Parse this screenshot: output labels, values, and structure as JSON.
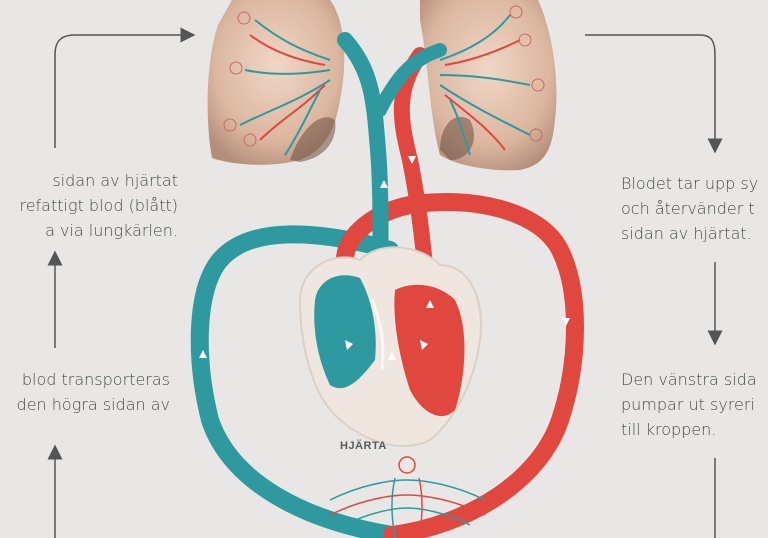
{
  "captions": {
    "left_top": [
      "sidan av hjärtat",
      "refattigt blod (blått)",
      "a via lungkärlen."
    ],
    "left_bottom": [
      "blod transporteras",
      "den högra sidan av"
    ],
    "right_top": [
      "Blodet tar upp sy",
      "och återvänder t",
      "sidan av hjärtat."
    ],
    "right_bottom": [
      "Den vänstra sida",
      "pumpar ut syreri",
      "till kroppen."
    ]
  },
  "heart_label": "HJÄRTA",
  "colors": {
    "background": "#e8e7e5",
    "oxygen_poor": "#2e9a9f",
    "oxygen_rich": "#e0483f",
    "lung": "#e6c7b2",
    "arrow": "#555555"
  }
}
